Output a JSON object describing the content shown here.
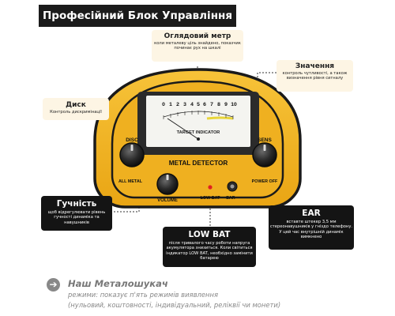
{
  "header": {
    "title": "Професійний Блок Управління"
  },
  "callouts": {
    "meter": {
      "title": "Оглядовий метр",
      "desc": "коли металеву ціль знайдено, показчик починає рух на шкалі"
    },
    "values": {
      "title": "Значення",
      "desc": "контроль чутливості, а також визначення рівня сигналу"
    },
    "disc": {
      "title": "Диск",
      "desc": "Контроль дискримінації"
    },
    "volume": {
      "title": "Гучність",
      "desc": "щоб відрегулювати рівень гучності динаміка та навушників"
    },
    "ear": {
      "title": "EAR",
      "desc": "вставте штекер 3,5 мм стереонавушників у гніздо телефону. У цей час внутрішній динамік вимкнено"
    },
    "lowbat": {
      "title": "LOW BAT",
      "desc": "після тривалого часу роботи напруга акумулятора знизиться. Коли світиться індикатор LOW BAT, необхідно замінити батарею"
    }
  },
  "device": {
    "scale_numbers": [
      "0",
      "1",
      "2",
      "3",
      "4",
      "5",
      "6",
      "7",
      "8",
      "9",
      "10"
    ],
    "target_indicator": "TARGET INDICATOR",
    "metal_detector": "METAL DETECTOR",
    "disc_label": "DISC",
    "sens_label": "SENS",
    "all_metal_label": "ALL METAL",
    "power_off_label": "POWER OFF",
    "volume_label": "VOLUME",
    "low_bat_label": "LOW BAT",
    "ear_label": "EAR"
  },
  "footer": {
    "icon": "arrow-right-icon",
    "title": "Наш Металошукач",
    "line1": "режими: показує п'ять режимів виявлення",
    "line2": "(нульовий, коштовності, індивідуальний, реліквії чи монети)"
  },
  "colors": {
    "panel": "#f2b21c",
    "dark": "#141414",
    "callout_light": "#fdf5e4",
    "led": "#e02020"
  }
}
